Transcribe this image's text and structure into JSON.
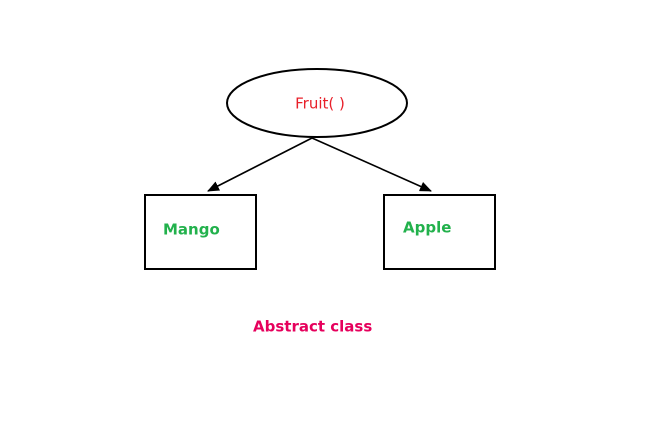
{
  "diagram": {
    "root": {
      "label": "Fruit( )"
    },
    "children": [
      {
        "label": "Mango"
      },
      {
        "label": "Apple"
      }
    ],
    "caption": "Abstract class"
  },
  "colors": {
    "root_text": "#e8202a",
    "child_text": "#22b14c",
    "caption_text": "#e6005c",
    "stroke": "#000000",
    "background": "#ffffff"
  }
}
